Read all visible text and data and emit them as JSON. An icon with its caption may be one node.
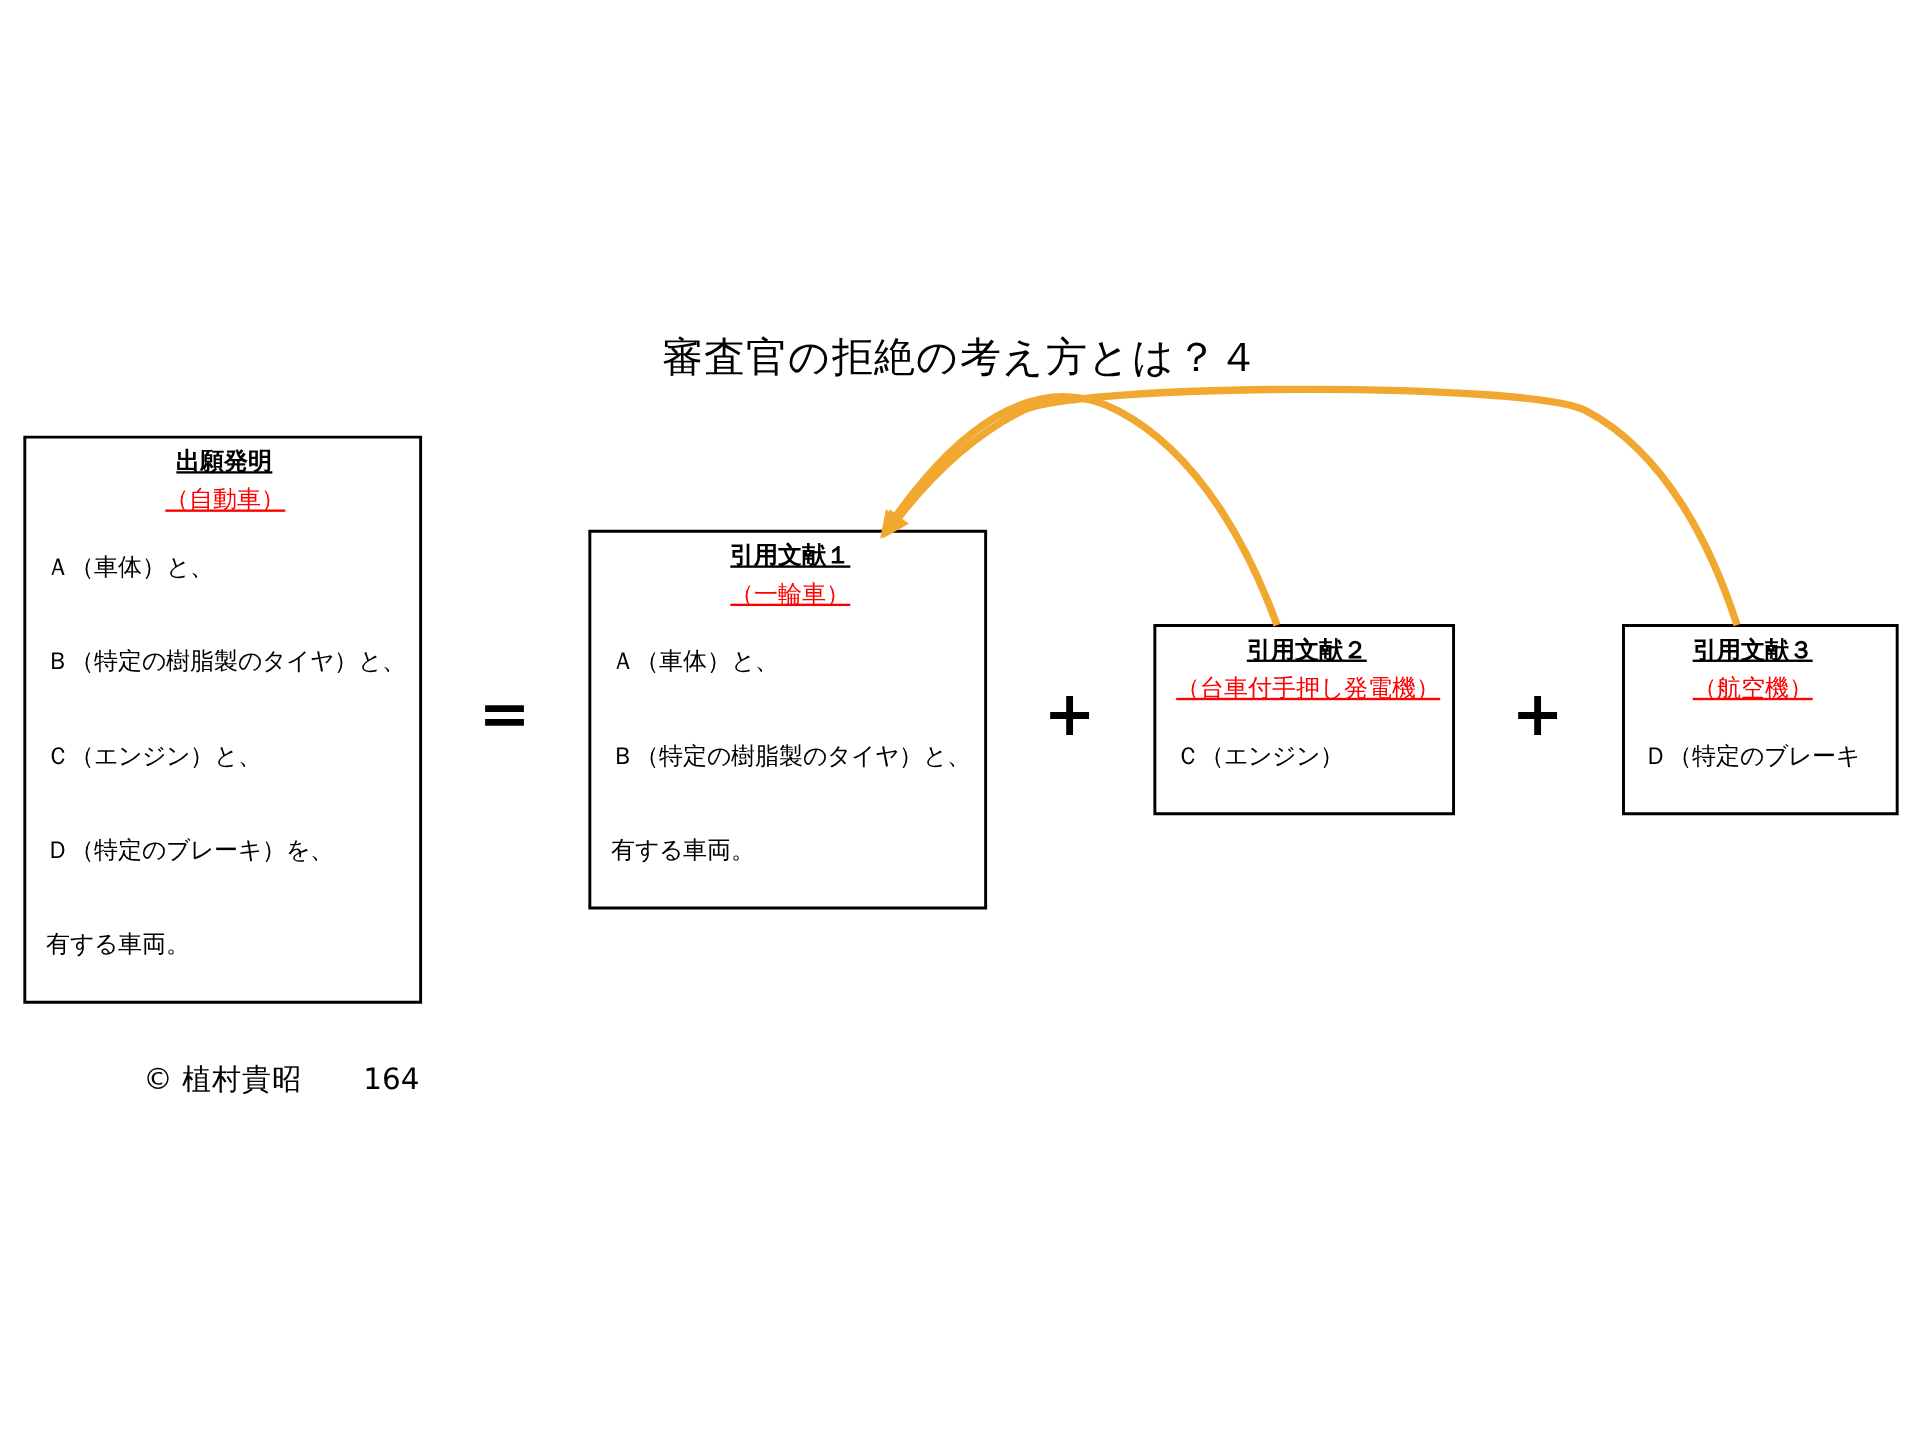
{
  "diagram": {
    "title": "審査官の拒絶の考え方とは？４",
    "nodes": [
      {
        "text": [
          "出願発明",
          "（自動車）",
          "Ａ（車体）と、",
          "Ｂ（特定の樹脂製のタイヤ）と、",
          "Ｃ（エンジン）と、",
          "Ｄ（特定のブレーキ）を、",
          "有する車両。"
        ]
      },
      {
        "text": [
          "引用文献１",
          "（一輪車）",
          "Ａ（車体）と、",
          "Ｂ（特定の樹脂製のタイヤ）と、",
          "有する車両。"
        ]
      },
      {
        "text": [
          "引用文献２",
          "（台車付手押し発電機）",
          "Ｃ（エンジン）"
        ]
      },
      {
        "text": [
          "引用文献３",
          "（航空機）",
          "Ｄ（特定のブレーキ"
        ]
      }
    ],
    "edges": [
      {
        "from": 2,
        "to": 1,
        "arrow": "to",
        "color": "#f0a830"
      },
      {
        "from": 3,
        "to": 1,
        "arrow": "to",
        "color": "#f0a830"
      }
    ],
    "labels": [
      "＝",
      "＋",
      "＋",
      "© 植村貴昭",
      "164"
    ]
  }
}
